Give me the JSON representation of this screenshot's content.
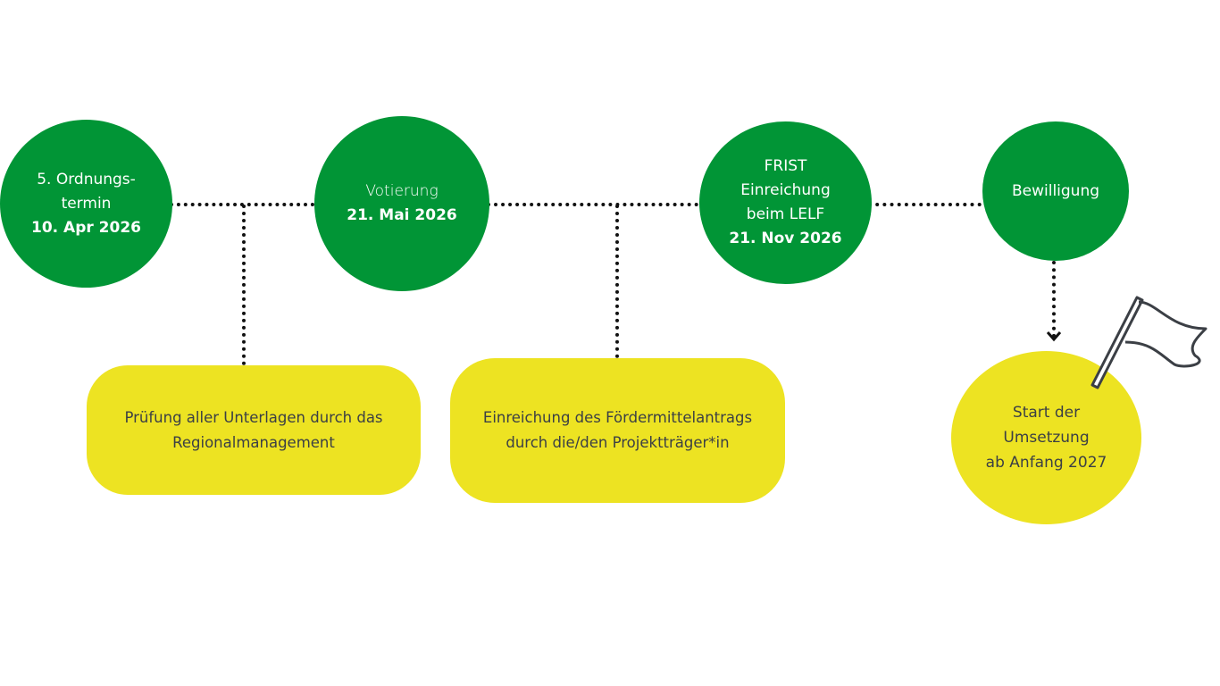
{
  "milestones": [
    {
      "line1": "5. Ordnungs-",
      "line2": "termin",
      "date": "10. Apr 2026"
    },
    {
      "line1": "Votierung",
      "date": "21. Mai 2026"
    },
    {
      "line1": "FRIST",
      "line2": "Einreichung",
      "line3": "beim LELF",
      "date": "21. Nov 2026"
    },
    {
      "line1": "Bewilligung"
    }
  ],
  "steps": [
    {
      "line1": "Prüfung aller Unterlagen durch das",
      "line2": "Regionalmanagement"
    },
    {
      "line1": "Einreichung des Fördermittelantrags",
      "line2": "durch die/den Projektträger*in"
    }
  ],
  "final": {
    "line1": "Start der",
    "line2": "Umsetzung",
    "line3": "ab Anfang 2027"
  },
  "colors": {
    "green": "#019536",
    "yellow": "#ede322",
    "text_dark": "#3b3f45"
  }
}
